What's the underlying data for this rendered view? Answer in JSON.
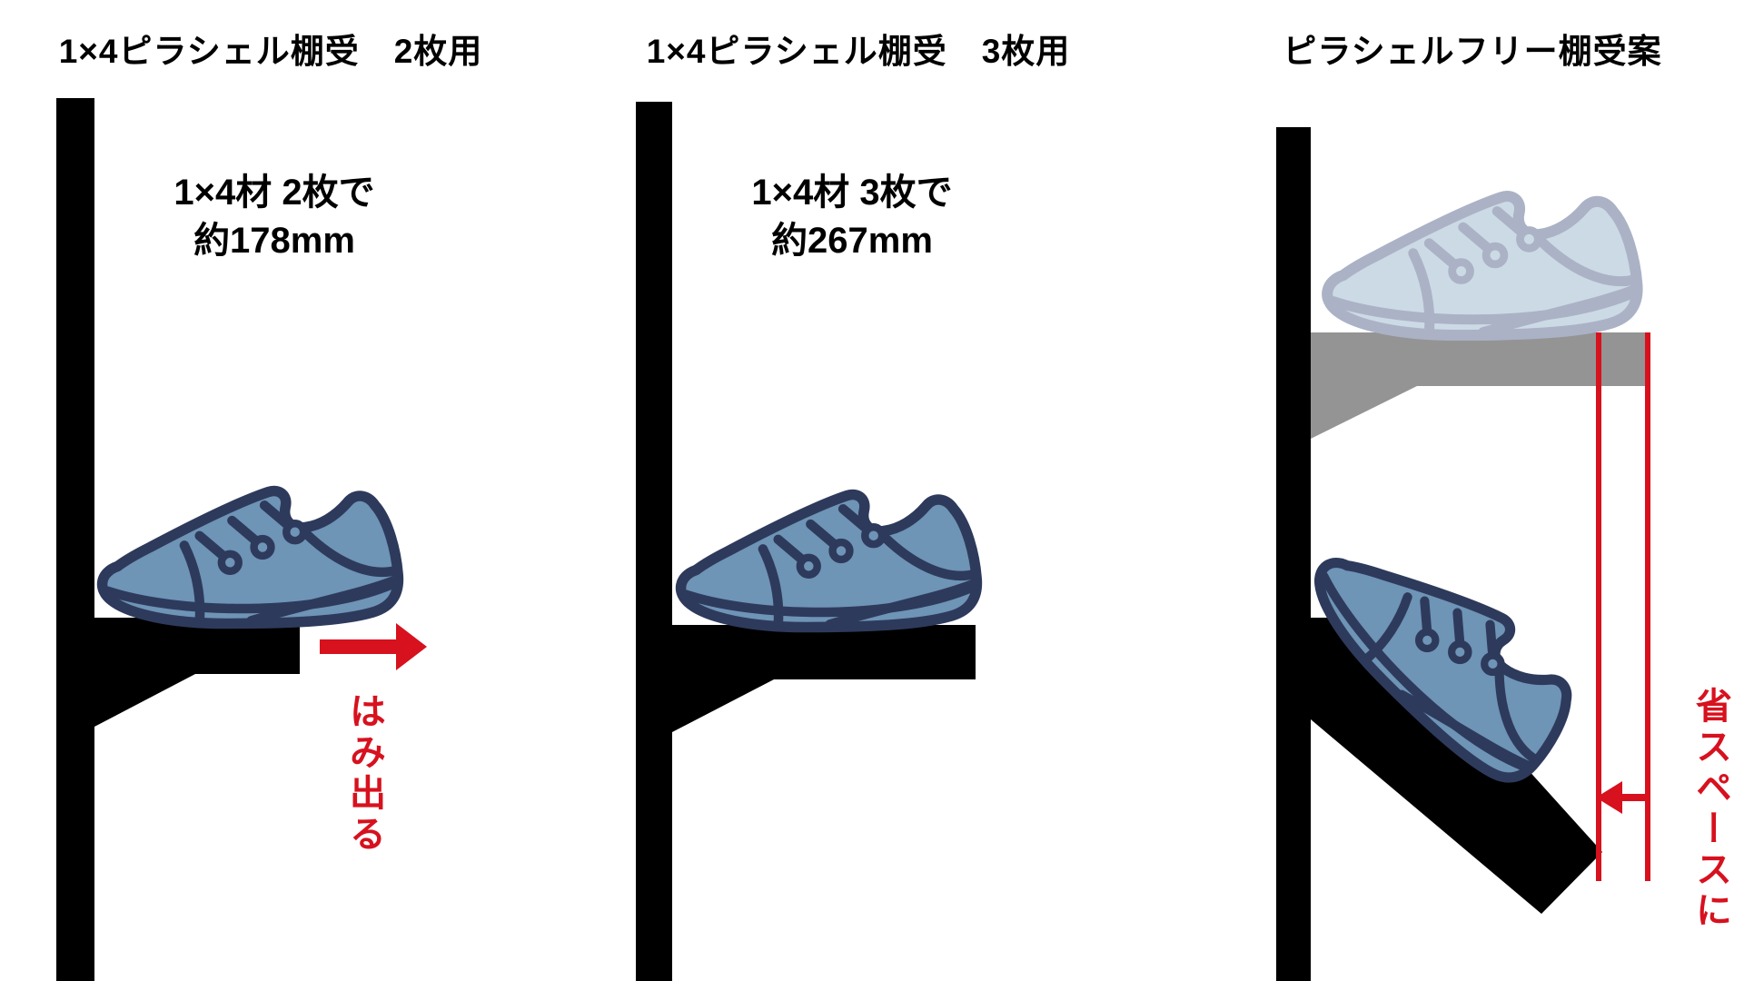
{
  "panels": [
    {
      "title": "1×4ピラシェル棚受　2枚用",
      "note_lines": [
        "1×4材 2枚で",
        "約178mm"
      ],
      "annotation": "はみ出る"
    },
    {
      "title": "1×4ピラシェル棚受　3枚用",
      "note_lines": [
        "1×4材 3枚で",
        "約267mm"
      ]
    },
    {
      "title": "ピラシェルフリー棚受案",
      "annotation": "省スペースに"
    }
  ],
  "colors": {
    "background": "#ffffff",
    "shelf_black": "#000000",
    "ghost_shelf_gray": "#949494",
    "annotation_red": "#d7111e",
    "sneaker_blue": "#6e94b6",
    "sneaker_outline_navy": "#2e3a5c",
    "ghost_sneaker_blue": "#ccdae5",
    "ghost_sneaker_outline": "#abb2c6"
  }
}
